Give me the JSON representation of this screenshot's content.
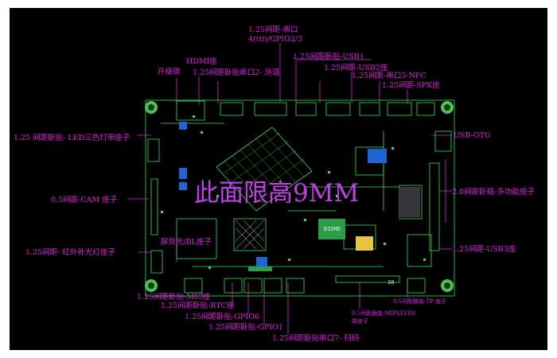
{
  "colors": {
    "background": "#000000",
    "label": "#e01ee0",
    "silkscreen": "#33e05a",
    "watermark": "#c43de8"
  },
  "labels": {
    "serial_port_gpio": [
      "1.25间距-串口",
      "4(ttl)/GPIO2/3"
    ],
    "upgrade_key": "升级键",
    "hdmi": "HDMI座",
    "usb1": "1.25间距卧贴-USB1",
    "serial_port2": "1.25间距卧贴串口2- 测温",
    "usb2": "1.25间距-USB2座",
    "serial_port3_nfc": "1.25间距-串口3-NFC",
    "spk": "1.25间距-SPK座",
    "led_tricolor": "1.25 间距卧贴- LED三色灯带座子",
    "usb_otg": "USB-OTG",
    "cam": "0.5间距-CAM  座子",
    "multifunction": "2.0间距卧插-多功能座子",
    "ir_fill_light": "1.25间距- 红外补光灯座子",
    "usb3": "1.25间距-USB3座",
    "lcd_bl": "屏背光/BL座子",
    "mic": "1.25间距卧贴-MIC座",
    "rtc": "1.25间距卧贴-RTC座",
    "gpio6": "1.25间距卧贴-GPIO6",
    "gpio1": "1.25间距卧贴-GPIO1",
    "serial_port7": "1.25间距卧贴串口7- 扫码",
    "mipi_lvds": [
      "0.5间距翻盖-MIPI/LVDS",
      "屏座子"
    ],
    "tp": "0.5间距翻盖-TP 座子"
  },
  "board": {
    "chip_label": "BIOMD",
    "silk_number": "30"
  },
  "watermark": "此面限高9MM",
  "icons": {
    "mount_hole": "mount-hole-icon"
  }
}
